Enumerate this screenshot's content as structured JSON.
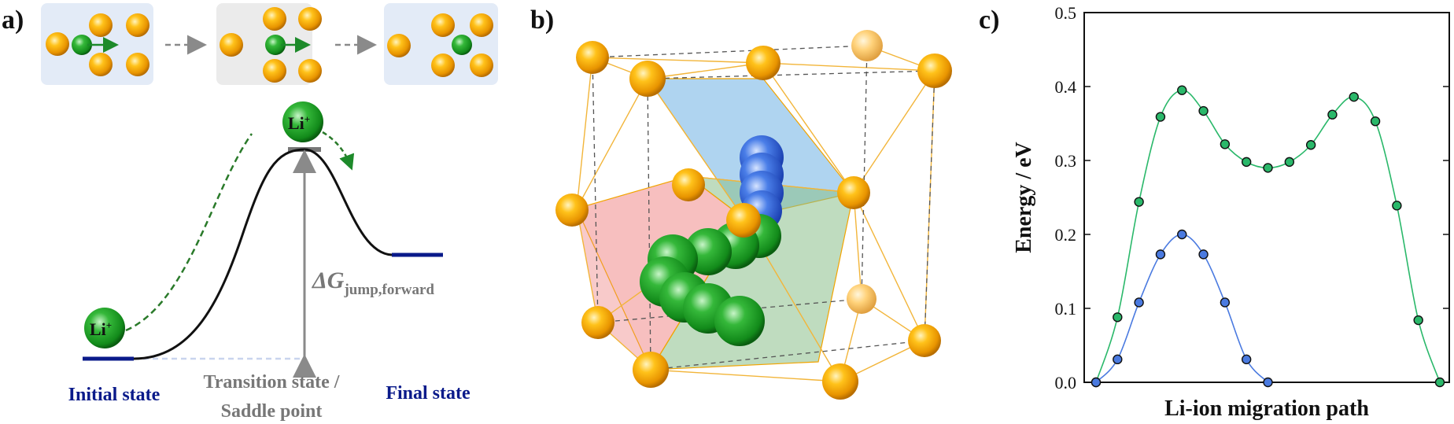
{
  "panel_a": {
    "label": "a)",
    "ion_label": "Li",
    "ion_charge": "+",
    "delta_symbol": "ΔG",
    "delta_subscript": "jump,forward",
    "initial_state": "Initial state",
    "transition_line1": "Transition state /",
    "transition_line2": "Saddle point",
    "final_state": "Final state",
    "colors": {
      "navy": "#0a1a8a",
      "gray_text": "#777777",
      "green_dash": "#2a7a2a",
      "box_blue": "#e3ebf7",
      "box_gray": "#ebebeb",
      "gold": "#f2a400",
      "li_green": "#1d9a2a"
    }
  },
  "panel_b": {
    "label": "b)",
    "colors": {
      "gold": "#f2a400",
      "blue_ion": "#2a5ad8",
      "green_ion": "#1d9a2a",
      "tet_blue": "#7ab8e6",
      "tet_red": "#f08a8a",
      "tet_green": "#8bbf8b"
    }
  },
  "panel_c": {
    "label": "c)",
    "chart_data": {
      "type": "line",
      "title": "",
      "xlabel": "Li-ion migration path",
      "ylabel": "Energy / eV",
      "ylim": [
        0,
        0.5
      ],
      "yticks": [
        "0.0",
        "0.1",
        "0.2",
        "0.3",
        "0.4",
        "0.5"
      ],
      "xticks_visible": false,
      "grid": false,
      "legend": "none",
      "series": [
        {
          "color": "#2ab86a",
          "x": [
            0,
            1,
            2,
            3,
            4,
            5,
            6,
            7,
            8,
            9,
            10,
            11,
            12,
            13,
            14,
            15,
            16
          ],
          "y": [
            0.0,
            0.088,
            0.244,
            0.359,
            0.395,
            0.367,
            0.322,
            0.298,
            0.29,
            0.298,
            0.321,
            0.362,
            0.386,
            0.353,
            0.239,
            0.084,
            0.0
          ]
        },
        {
          "color": "#4a7ae0",
          "x": [
            0,
            1,
            2,
            3,
            4,
            5,
            6,
            7,
            8
          ],
          "y": [
            0.0,
            0.031,
            0.108,
            0.173,
            0.2,
            0.173,
            0.108,
            0.031,
            0.0
          ]
        }
      ]
    }
  }
}
